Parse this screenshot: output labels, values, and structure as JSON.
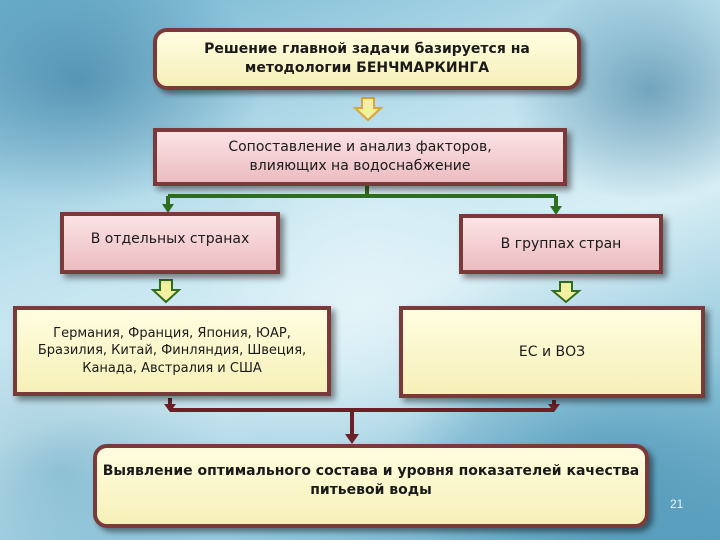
{
  "diagram": {
    "top_box": {
      "text": "Решение главной задачи базируется на\nметодологии БЕНЧМАРКИНГА"
    },
    "compare_box": {
      "text": "Сопоставление и анализ факторов,\nвлияющих на водоснабжение"
    },
    "left_box": {
      "text": "В отдельных странах"
    },
    "right_box": {
      "text": "В группах стран"
    },
    "countries_box": {
      "text": "Германия, Франция, Япония, ЮАР,\nБразилия, Китай, Финляндия, Швеция,\nКанада, Австралия и США"
    },
    "organizations_box": {
      "text": "ЕС и ВОЗ"
    },
    "bottom_box": {
      "text": "Выявление оптимального состава и уровня показателей качества\nпитьевой воды"
    }
  },
  "page_number": "21",
  "colors": {
    "box_border": "#7b3a3a",
    "connector_green": "#2f6e1f",
    "connector_maroon": "#6e1f26",
    "arrow_fill": "#f3f0a0",
    "arrow_stroke": "#2f6e1f"
  }
}
